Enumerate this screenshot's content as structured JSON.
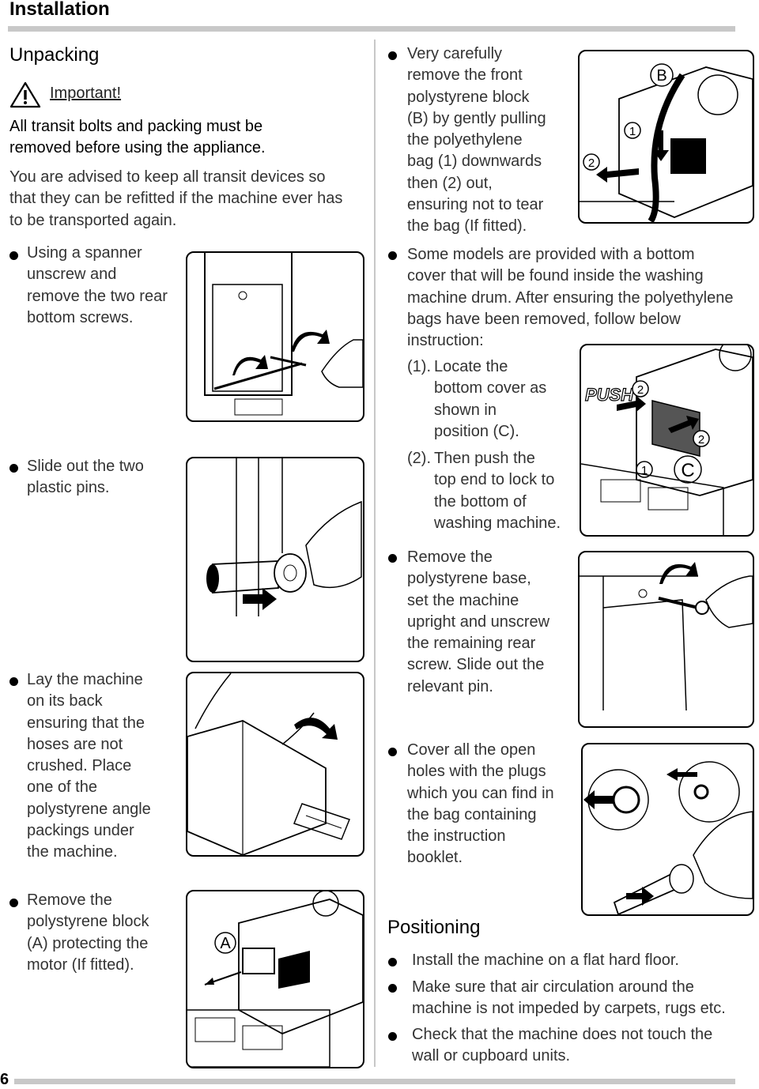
{
  "header": {
    "title": "Installation"
  },
  "footer": {
    "page_number": "6"
  },
  "left": {
    "unpacking_title": "Unpacking",
    "important_label": "Important!",
    "warning_lines": [
      "All transit bolts and packing must be",
      "removed before using the appliance."
    ],
    "advice_lines": [
      "You are advised to keep all transit devices so",
      "that they can be refitted if the machine ever has",
      "to be transported again."
    ],
    "steps": [
      {
        "lines": [
          "Using a spanner",
          "unscrew and",
          "remove the two rear",
          "bottom screws."
        ]
      },
      {
        "lines": [
          "Slide out the two",
          "plastic pins."
        ]
      },
      {
        "lines": [
          "Lay the machine",
          "on its back",
          "ensuring that the",
          "hoses are not",
          "crushed. Place",
          "one of the",
          "polystyrene angle",
          "packings under",
          "the machine."
        ]
      },
      {
        "lines": [
          "Remove the",
          "polystyrene block",
          "(A) protecting the",
          "motor (If fitted)."
        ]
      }
    ],
    "figure_labels": {
      "a": "A"
    }
  },
  "right": {
    "steps": [
      {
        "lines": [
          "Very carefully",
          "remove the front",
          "polystyrene block",
          "(B) by gently pulling",
          "the polyethylene",
          "bag (1) downwards",
          "then (2) out,",
          "ensuring not to tear",
          "the bag (If fitted)."
        ]
      },
      {
        "lines": [
          "Some models are provided with a bottom",
          "cover that will be found inside the washing",
          "machine drum. After ensuring the polyethylene",
          "bags have been removed, follow below",
          "instruction:"
        ],
        "sub": [
          {
            "num": "(1).",
            "lines": [
              "Locate the",
              "bottom cover as",
              "shown in",
              "position (C)."
            ]
          },
          {
            "num": "(2).",
            "lines": [
              "Then push the",
              "top end to lock to",
              "the bottom of",
              "washing machine."
            ]
          }
        ]
      },
      {
        "lines": [
          "Remove the",
          "polystyrene base,",
          "set the machine",
          "upright and unscrew",
          "the remaining rear",
          "screw. Slide out the",
          "relevant pin."
        ]
      },
      {
        "lines": [
          "Cover all the open",
          "holes with the plugs",
          "which you can find in",
          "the bag containing",
          "the instruction",
          "booklet."
        ]
      }
    ],
    "positioning_title": "Positioning",
    "positioning": [
      {
        "lines": [
          "Install the machine on a flat hard floor."
        ]
      },
      {
        "lines": [
          "Make sure that air circulation around the",
          "machine is not impeded by carpets, rugs etc."
        ]
      },
      {
        "lines": [
          "Check that the machine does not touch the",
          "wall or cupboard units."
        ]
      }
    ],
    "figure_labels": {
      "b": "B",
      "c": "C",
      "push": "PUSH",
      "n1": "1",
      "n2": "2"
    }
  }
}
